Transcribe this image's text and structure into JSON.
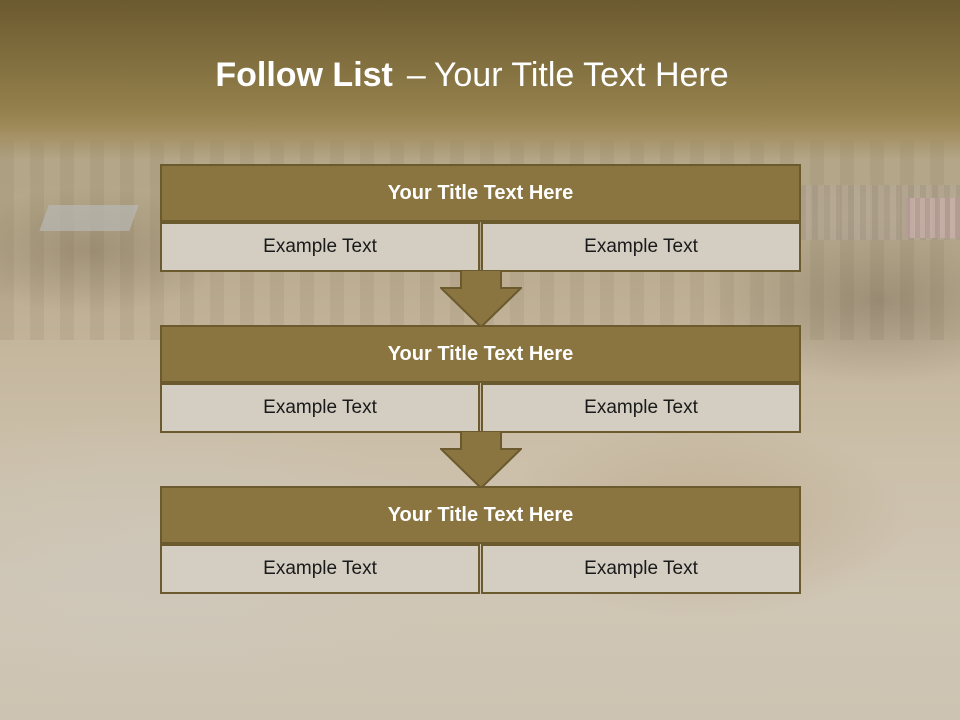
{
  "slide": {
    "title_bold": "Follow List",
    "title_sep": "–",
    "title_rest": "Your Title Text Here"
  },
  "blocks": [
    {
      "title": "Your Title Text Here",
      "left": "Example Text",
      "right": "Example Text"
    },
    {
      "title": "Your Title Text Here",
      "left": "Example Text",
      "right": "Example Text"
    },
    {
      "title": "Your Title Text Here",
      "left": "Example Text",
      "right": "Example Text"
    }
  ],
  "colors": {
    "header": "#7d6b3c",
    "block_title": "#8a7540",
    "border": "#6b5a2e",
    "cell": "#d3cdc2"
  },
  "icons": [
    "down-arrow-icon"
  ]
}
